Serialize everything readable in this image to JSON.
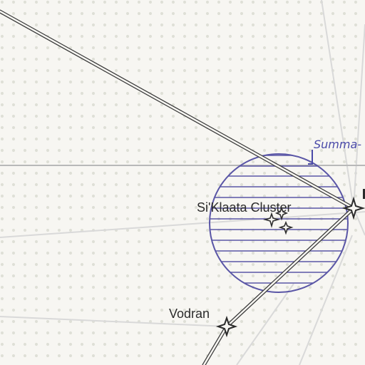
{
  "map": {
    "labels": {
      "cluster": "Si'Klaata Cluster",
      "system_vodran": "Vodran",
      "faction_partial": "Summa-"
    },
    "colors": {
      "background": "#f7f6f2",
      "grid_dot": "#dfe0d7",
      "route_line": "#3a3a3a",
      "region_outline": "#5a56a6",
      "region_hatch": "#5a56a6",
      "faint_line": "#d8d8d8",
      "horizontal_line": "#b8b8b8"
    },
    "icons": {
      "system": "star-icon",
      "cluster_members": "small-star-icon"
    }
  }
}
